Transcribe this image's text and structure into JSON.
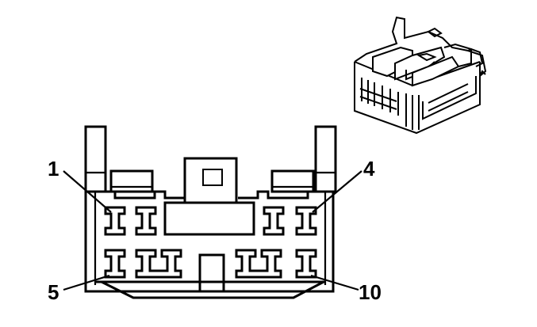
{
  "labels": {
    "pin_1": "1",
    "pin_4": "4",
    "pin_5": "5",
    "pin_10": "10"
  }
}
